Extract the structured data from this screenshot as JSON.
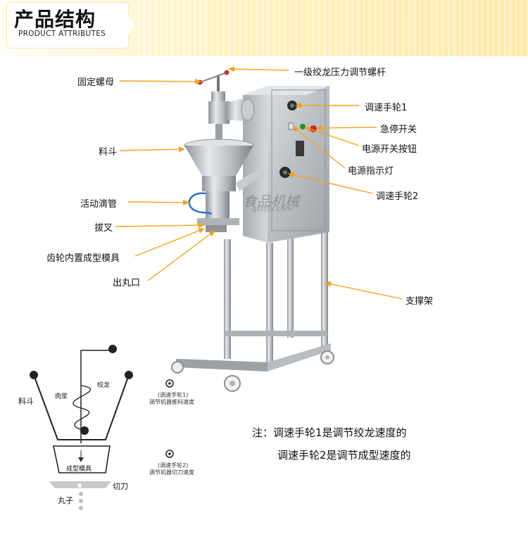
{
  "header": {
    "title_cn": "产品结构",
    "title_en": "PRODUCT ATTRIBUTES"
  },
  "labels": {
    "fixed_nut": "固定螺母",
    "hopper": "料斗",
    "movable_drip_tube": "活动滴管",
    "fork": "拔叉",
    "gear_mold": "齿轮内置成型模具",
    "ball_outlet": "出丸口",
    "screw_rod": "一级绞龙压力调节螺杆",
    "speed_wheel_1": "调速手轮1",
    "emergency_stop": "急停开关",
    "power_button": "电源开关按钮",
    "power_indicator": "电源指示灯",
    "speed_wheel_2": "调速手轮2",
    "support_frame": "支撑架"
  },
  "watermark": "食品机械",
  "watermark_url": "gsspjx.com",
  "diagram": {
    "hopper": "料斗",
    "meat": "肉浆",
    "auger": "绞龙",
    "mold": "成型模具",
    "cutter": "切刀",
    "balls": "丸子",
    "wheel1_title": "(调速手轮1)",
    "wheel1_desc": "调节机器推料速度",
    "wheel2_title": "(调速手轮2)",
    "wheel2_desc": "调节机器切刀速度"
  },
  "notes": {
    "line1": "注：调速手轮1是调节绞龙速度的",
    "line2": "调速手轮2是调节成型速度的"
  },
  "colors": {
    "arrow": "#f5a21a",
    "steel": "#c9cdd2",
    "banner": "#ffe9a8"
  }
}
